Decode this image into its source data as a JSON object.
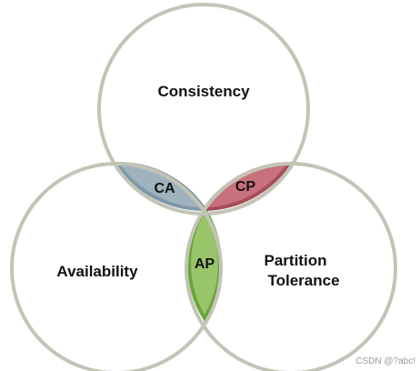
{
  "diagram": {
    "circles": {
      "consistency": "Consistency",
      "availability": "Availability",
      "partition_line1": "Partition",
      "partition_line2": "Tolerance"
    },
    "intersections": {
      "ca": "CA",
      "cp": "CP",
      "ap": "AP"
    },
    "colors": {
      "circle_stroke": "#c3c4b6",
      "ca_fill": "#9fb3bf",
      "ca_stroke": "#7f97a6",
      "cp_fill": "#c9707d",
      "cp_stroke": "#a84b5c",
      "ap_fill": "#98c46a",
      "ap_stroke": "#6aa53c"
    }
  },
  "watermark": "CSDN @?abc!"
}
